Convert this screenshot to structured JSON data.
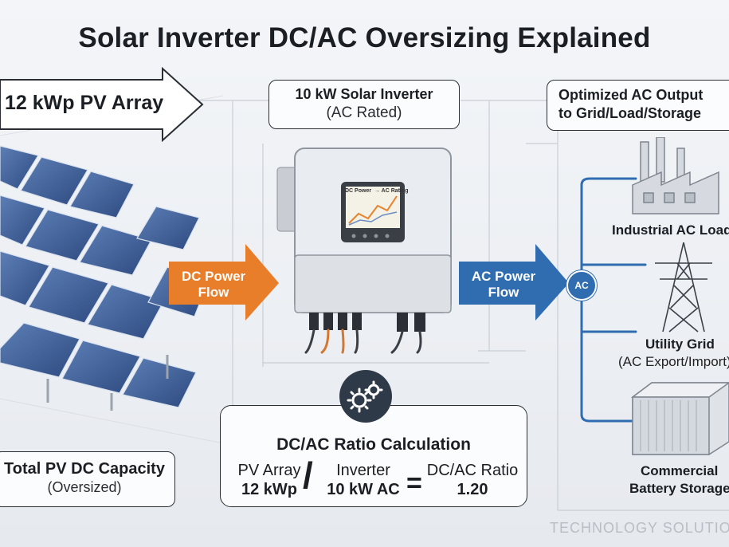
{
  "title": "Solar Inverter DC/AC Oversizing Explained",
  "pv_array": {
    "label": "12 kWp PV Array"
  },
  "inverter": {
    "label": "10 kW Solar Inverter",
    "sublabel": "(AC Rated)",
    "screen_left": "DC Power",
    "screen_right": "→ AC Rating"
  },
  "dc_flow": {
    "line1": "DC Power",
    "line2": "Flow",
    "color": "#e87d2a"
  },
  "ac_flow": {
    "line1": "AC Power",
    "line2": "Flow",
    "color": "#2f6db0"
  },
  "ac_bus": {
    "label": "AC"
  },
  "output": {
    "line1": "Optimized AC Output",
    "line2": "to Grid/Load/Storage"
  },
  "destinations": [
    {
      "label": "Industrial AC Load",
      "sublabel": ""
    },
    {
      "label": "Utility Grid",
      "sublabel": "(AC Export/Import)"
    },
    {
      "label": "Commercial",
      "sublabel": "Battery Storage"
    }
  ],
  "calculation": {
    "title": "DC/AC Ratio Calculation",
    "numerator_label": "PV Array",
    "numerator_value": "12 kWp",
    "slash": "/",
    "denominator_label": "Inverter",
    "denominator_value": "10 kW AC",
    "equals": "=",
    "result_label": "DC/AC Ratio",
    "result_value": "1.20"
  },
  "capacity": {
    "label": "Total PV DC Capacity",
    "sublabel": "(Oversized)"
  },
  "watermark": "TECHNOLOGY SOLUTIONS"
}
